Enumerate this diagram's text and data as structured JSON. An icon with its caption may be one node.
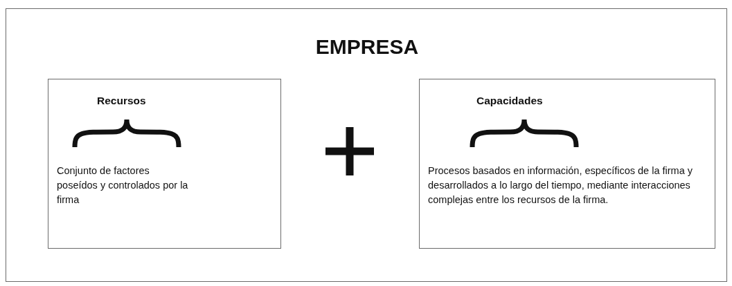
{
  "diagram": {
    "nodes": [
      {
        "text": [
          "EMPRESA"
        ]
      },
      {
        "text": [
          "Recursos",
          "Conjunto de factores poseídos y controlados por la firma"
        ],
        "in": 0
      },
      {
        "text": [
          "Capacidades",
          "Procesos basados en información, específicos de la firma y desarrollados a lo largo del tiempo, mediante interacciones complejas entre los recursos de la firma."
        ],
        "in": 0
      }
    ],
    "edges": []
  }
}
